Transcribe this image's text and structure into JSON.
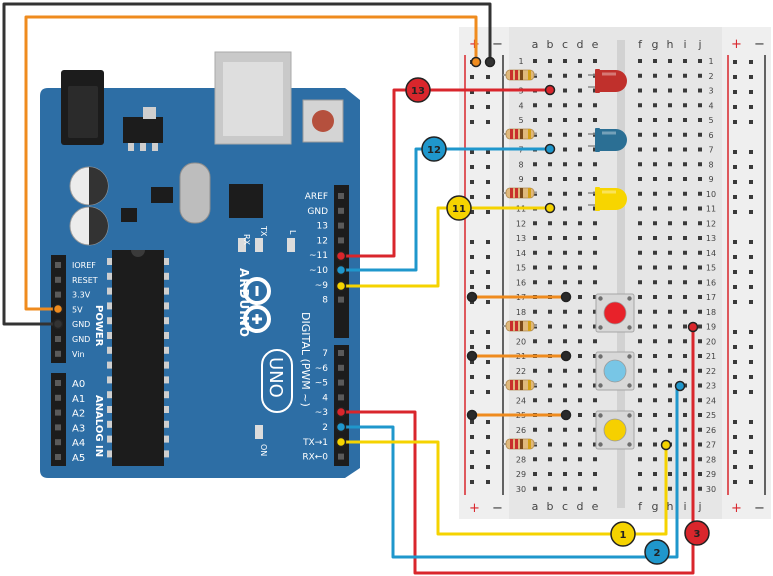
{
  "arduino": {
    "brand": "ARDUINO",
    "model": "UNO",
    "on_label": "ON",
    "tx_led": "TX",
    "rx_led": "RX",
    "l_led": "L",
    "power_title": "POWER",
    "analog_title": "ANALOG IN",
    "digital_title": "DIGITAL (PWM ~)",
    "power_pins": [
      "IOREF",
      "RESET",
      "3.3V",
      "5V",
      "GND",
      "GND",
      "Vin"
    ],
    "analog_pins": [
      "A0",
      "A1",
      "A2",
      "A3",
      "A4",
      "A5"
    ],
    "header_top_pins": [
      "AREF",
      "GND",
      "13",
      "12",
      "~11",
      "~10",
      "~9",
      "8"
    ],
    "header_bottom_pins": [
      "7",
      "~6",
      "~5",
      "4",
      "~3",
      "2",
      "TX→1",
      "RX←0"
    ]
  },
  "breadboard": {
    "cols_left": [
      "a",
      "b",
      "c",
      "d",
      "e"
    ],
    "cols_right": [
      "f",
      "g",
      "h",
      "i",
      "j"
    ],
    "rows": [
      "1",
      "2",
      "3",
      "4",
      "5",
      "6",
      "7",
      "8",
      "9",
      "10",
      "11",
      "12",
      "13",
      "14",
      "15",
      "16",
      "17",
      "18",
      "19",
      "20",
      "21",
      "22",
      "23",
      "24",
      "25",
      "26",
      "27",
      "28",
      "29",
      "30"
    ],
    "rail_plus": "+",
    "rail_minus": "−"
  },
  "callouts": {
    "pin13": "13",
    "pin12": "12",
    "pin11": "11",
    "pin1": "1",
    "pin2": "2",
    "pin3": "3"
  },
  "colors": {
    "board": "#2d6ea5",
    "wire_red": "#d9262c",
    "wire_blue": "#1f97cc",
    "wire_yellow": "#f5d300",
    "wire_orange": "#ef8b1e",
    "wire_black": "#333333",
    "led_red": "#c0302c",
    "led_blue": "#2b6f94",
    "led_yellow": "#f7d500",
    "button_red": "#e8222a",
    "button_blue": "#78c6e6",
    "button_yellow": "#f6d000"
  }
}
